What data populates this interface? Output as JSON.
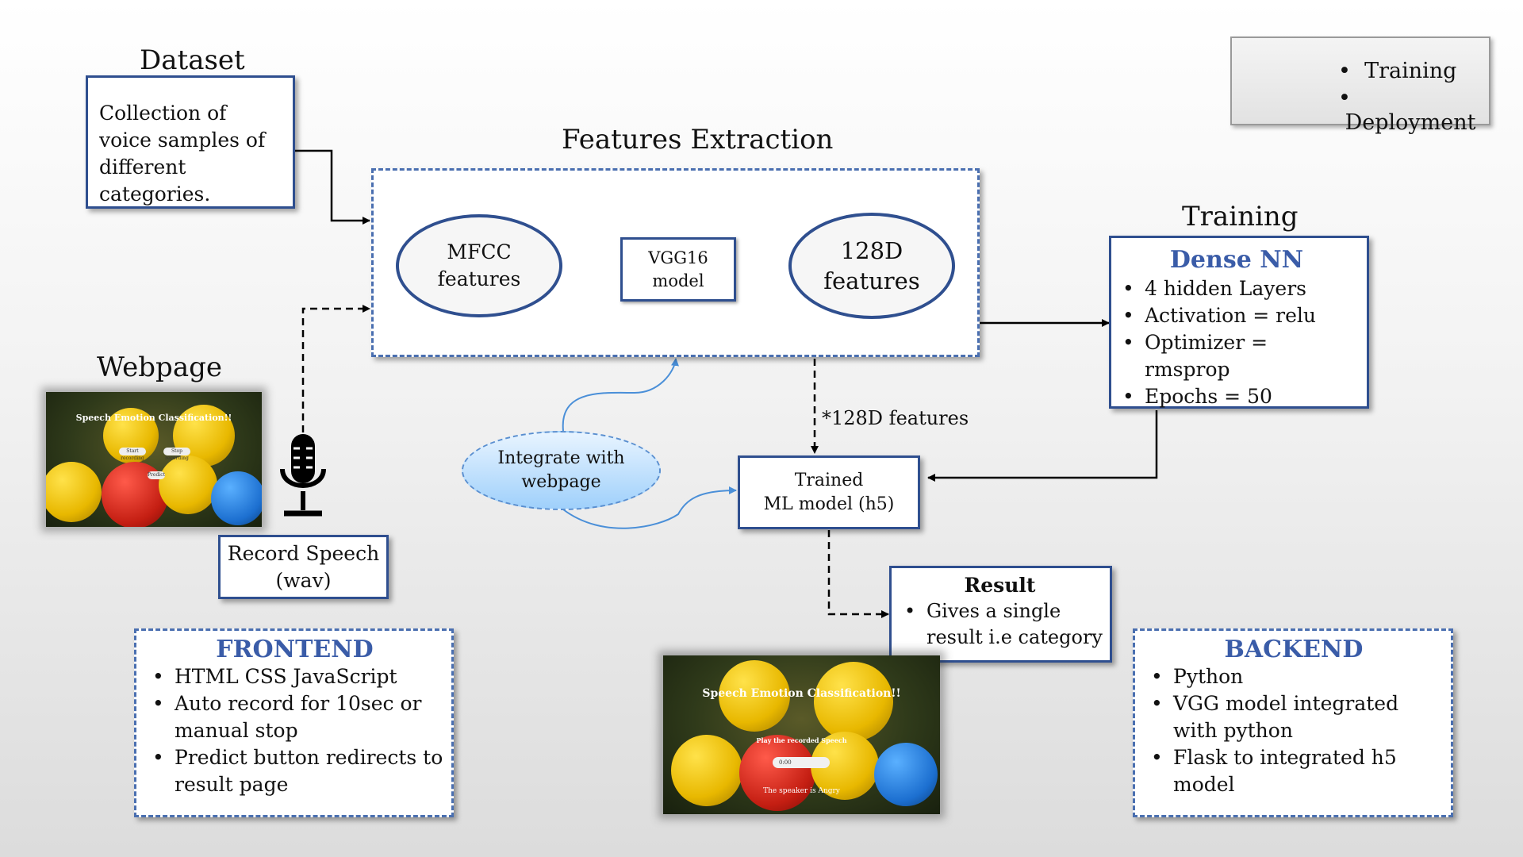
{
  "legend": {
    "training": "Training",
    "deployment": "Deployment"
  },
  "dataset": {
    "heading": "Dataset",
    "text": "Collection of  voice samples of  different categories."
  },
  "features": {
    "heading": "Features Extraction",
    "mfcc_line1": "MFCC",
    "mfcc_line2": "features",
    "vgg_line1": "VGG16",
    "vgg_line2": "model",
    "d128_line1": "128D",
    "d128_line2": "features"
  },
  "training": {
    "heading": "Training",
    "title": "Dense NN",
    "items": [
      "4 hidden Layers",
      "Activation = relu",
      "Optimizer = rmsprop",
      "Epochs = 50"
    ]
  },
  "webpage": {
    "heading": "Webpage",
    "thumb_title": "Speech Emotion Classification!!",
    "btn_start": "Start recording",
    "btn_stop": "Stop recording",
    "btn_predict": "Predict"
  },
  "record": {
    "line1": "Record Speech",
    "line2": "(wav)"
  },
  "integrate": {
    "line1": "Integrate with",
    "line2": "webpage"
  },
  "arrow_label": "*128D features",
  "trained": {
    "line1": "Trained",
    "line2": "ML model (h5)"
  },
  "result": {
    "title": "Result",
    "items": [
      "Gives a single result i.e category"
    ]
  },
  "result_thumb": {
    "title": "Speech Emotion Classification!!",
    "play": "Play the recorded Speech",
    "audio_time": "0:00",
    "speaker": "The speaker is Angry"
  },
  "frontend": {
    "title": "FRONTEND",
    "items": [
      "HTML CSS JavaScript",
      "Auto record for 10sec or manual stop",
      "Predict button redirects to result page"
    ]
  },
  "backend": {
    "title": "BACKEND",
    "items": [
      "Python",
      "VGG model integrated with python",
      "Flask to integrated h5 model"
    ]
  }
}
